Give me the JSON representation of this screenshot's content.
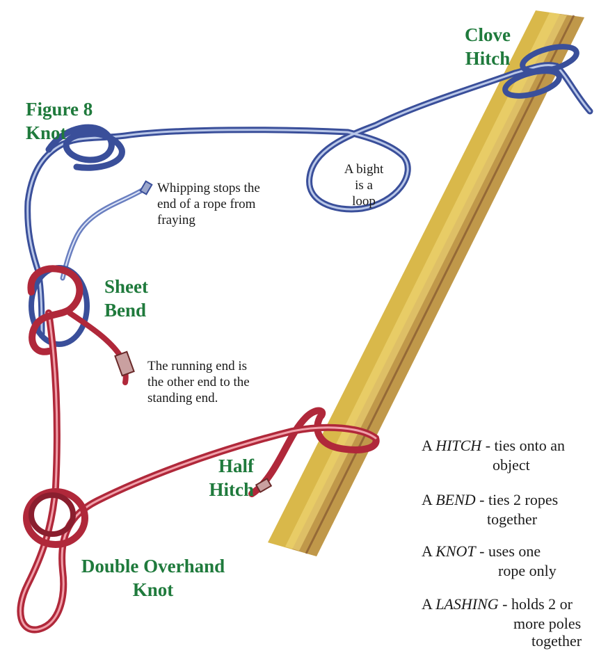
{
  "labels": {
    "clove_hitch": [
      "Clove",
      "Hitch"
    ],
    "figure8": [
      "Figure 8",
      "Knot"
    ],
    "sheet_bend": [
      "Sheet",
      "Bend"
    ],
    "half_hitch": [
      "Half",
      "Hitch"
    ],
    "double_overhand": [
      "Double Overhand",
      "Knot"
    ]
  },
  "notes": {
    "bight": [
      "A bight",
      "is a",
      "loop"
    ],
    "whipping": [
      "Whipping stops the",
      "end of a rope from",
      "fraying"
    ],
    "running_end": [
      "The running end is",
      "the other end to the",
      "standing end."
    ]
  },
  "definitions": [
    {
      "prefix": "A ",
      "term": "HITCH",
      "text": " - ties onto an",
      "cont": "object"
    },
    {
      "prefix": "A ",
      "term": "BEND",
      "text": "  - ties 2 ropes",
      "cont": "together"
    },
    {
      "prefix": "A ",
      "term": "KNOT",
      "text": " - uses one",
      "cont": "rope only"
    },
    {
      "prefix": "A ",
      "term": "LASHING",
      "text": " - holds 2 or",
      "cont": "more poles",
      "cont2": "together"
    }
  ],
  "colors": {
    "label_green": "#1f7a3c",
    "blue_rope": "#3a4f9a",
    "red_rope": "#b0283a",
    "pole_yellow": "#d9b84a",
    "pole_brown": "#8a5a3a"
  }
}
